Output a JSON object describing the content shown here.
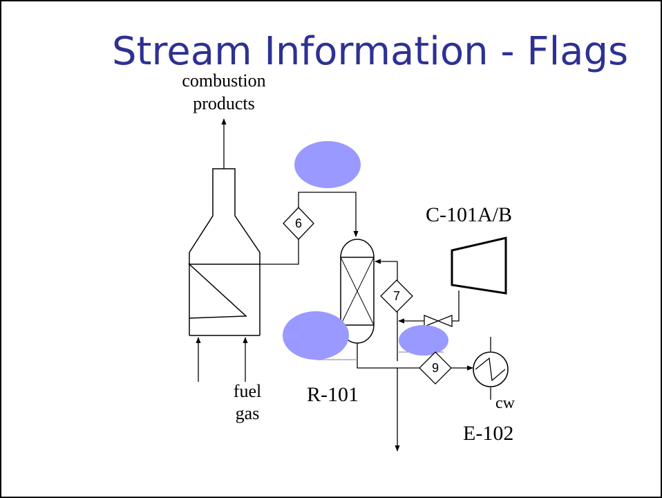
{
  "title": "Stream Information - Flags",
  "colors": {
    "title": "#2e3192",
    "flag_ellipse": "#9999ff",
    "line": "#000000",
    "background": "#ffffff"
  },
  "labels": {
    "combustion_line1": "combustion",
    "combustion_line2": "products",
    "fuel_line1": "fuel",
    "fuel_line2": "gas",
    "reactor": "R-101",
    "compressor": "C-101A/B",
    "exchanger": "E-102",
    "cooling_water": "cw"
  },
  "stream_flags": [
    "6",
    "7",
    "9"
  ]
}
